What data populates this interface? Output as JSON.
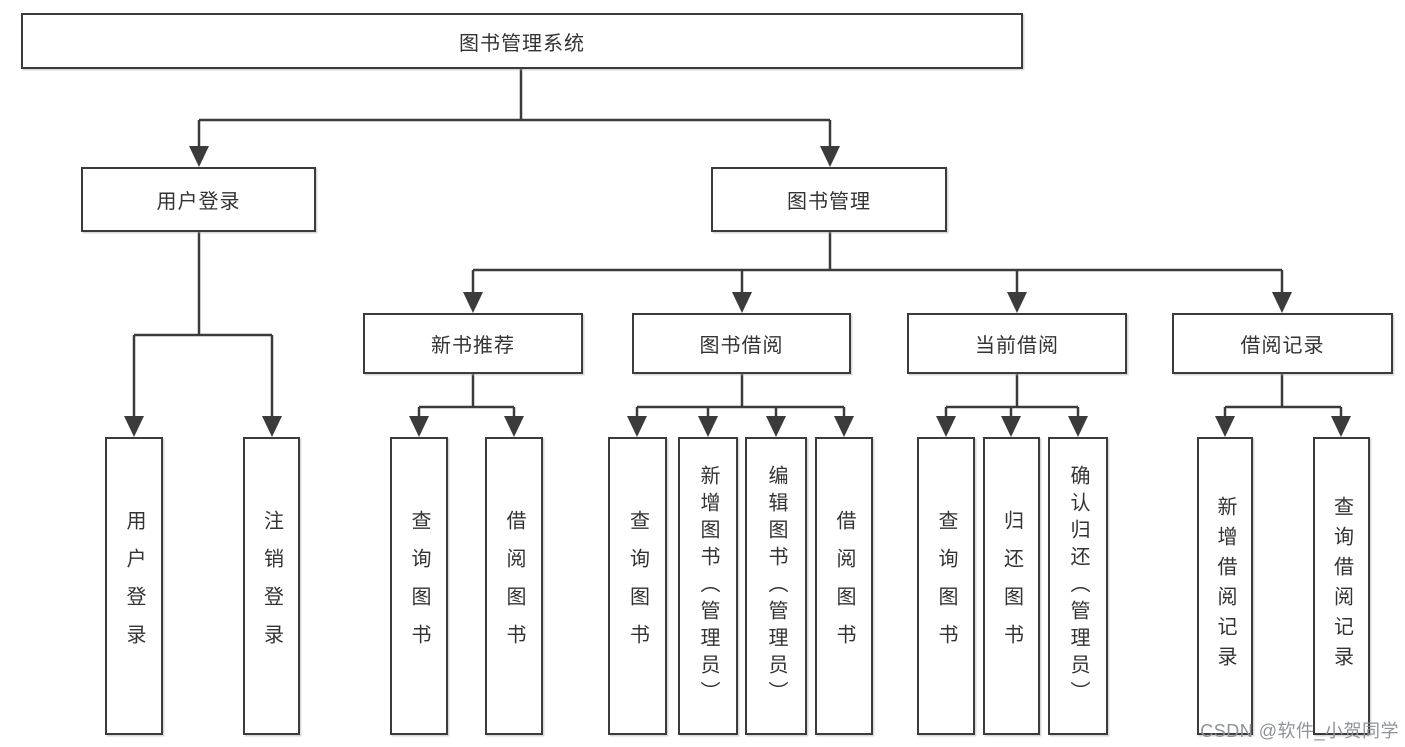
{
  "tree": {
    "root": {
      "label": "图书管理系统",
      "children": [
        {
          "label": "用户登录",
          "children": [
            {
              "label": "用户登录"
            },
            {
              "label": "注销登录"
            }
          ]
        },
        {
          "label": "图书管理",
          "children": [
            {
              "label": "新书推荐",
              "children": [
                {
                  "label": "查询图书"
                },
                {
                  "label": "借阅图书"
                }
              ]
            },
            {
              "label": "图书借阅",
              "children": [
                {
                  "label": "查询图书"
                },
                {
                  "label": "新增图书（管理员）"
                },
                {
                  "label": "编辑图书（管理员）"
                },
                {
                  "label": "借阅图书"
                }
              ]
            },
            {
              "label": "当前借阅",
              "children": [
                {
                  "label": "查询图书"
                },
                {
                  "label": "归还图书"
                },
                {
                  "label": "确认归还（管理员）"
                }
              ]
            },
            {
              "label": "借阅记录",
              "children": [
                {
                  "label": "新增借阅记录"
                },
                {
                  "label": "查询借阅记录"
                }
              ]
            }
          ]
        }
      ]
    }
  },
  "watermark": {
    "text": "CSDN @软件_小贺同学"
  },
  "colors": {
    "line": "#3b3b3b",
    "text": "#333333",
    "watermark": "#8f9398",
    "background": "#ffffff"
  }
}
